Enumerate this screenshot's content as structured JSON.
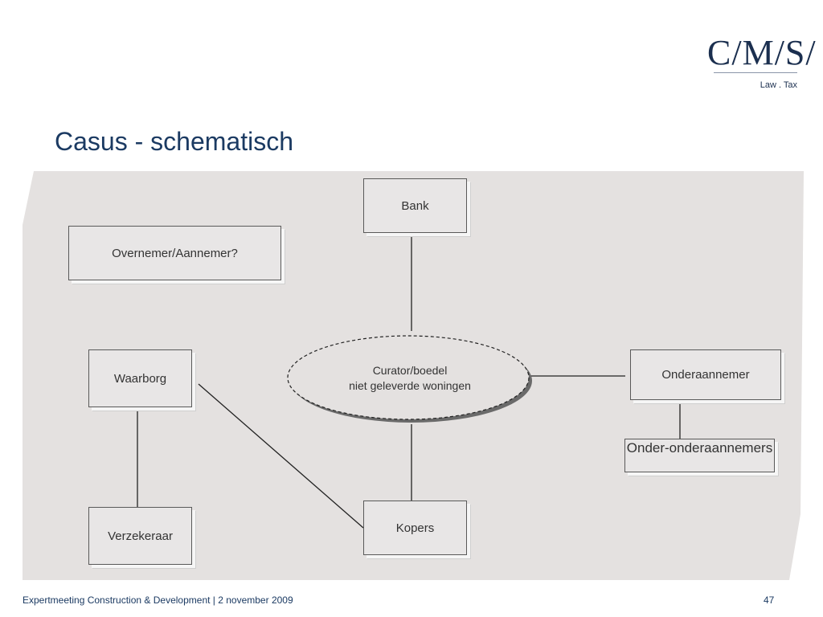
{
  "logo": {
    "main": "C/M/S/",
    "sub": "Law . Tax"
  },
  "title": "Casus - schematisch",
  "nodes": {
    "bank": "Bank",
    "overnemer": "Overnemer/Aannemer?",
    "waarborg": "Waarborg",
    "verzekeraar": "Verzekeraar",
    "curator_line1": "Curator/boedel",
    "curator_line2": "niet geleverde woningen",
    "onderaannemer": "Onderaannemer",
    "onder_onderaannemers": "Onder-onderaannemers",
    "kopers": "Kopers"
  },
  "footer": {
    "left": "Expertmeeting Construction & Development |  2 november 2009",
    "page_number": "47"
  },
  "colors": {
    "title": "#1b3a62",
    "panel": "#e4e1e0",
    "box_fill": "#e8e6e6",
    "line": "#222222"
  }
}
